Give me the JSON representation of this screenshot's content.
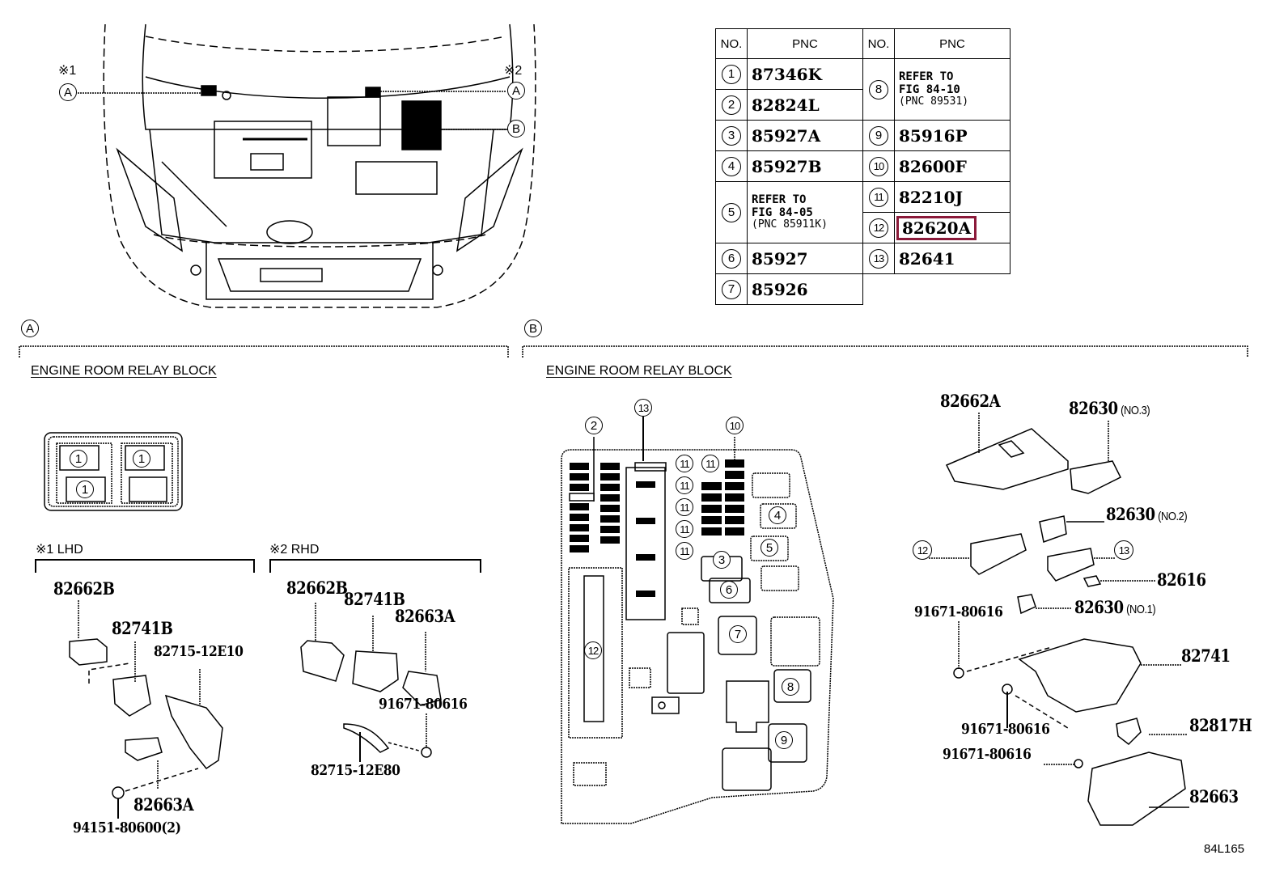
{
  "pnc_table": {
    "headers": {
      "no": "NO.",
      "pnc": "PNC"
    },
    "left_rows": [
      {
        "no": "1",
        "pnc": "87346K"
      },
      {
        "no": "2",
        "pnc": "82824L"
      },
      {
        "no": "3",
        "pnc": "85927A"
      },
      {
        "no": "4",
        "pnc": "85927B"
      },
      {
        "no": "5",
        "ref_line1": "REFER TO",
        "ref_line2": "FIG 84-05",
        "ref_line3": "(PNC 85911K)"
      },
      {
        "no": "6",
        "pnc": "85927"
      },
      {
        "no": "7",
        "pnc": "85926"
      }
    ],
    "right_rows": [
      {
        "no": "8",
        "ref_line1": "REFER TO",
        "ref_line2": "FIG 84-10",
        "ref_line3": "(PNC 89531)"
      },
      {
        "no": "9",
        "pnc": "85916P"
      },
      {
        "no": "10",
        "pnc": "82600F"
      },
      {
        "no": "11",
        "pnc": "82210J"
      },
      {
        "no": "12",
        "pnc": "82620A",
        "highlighted": true
      },
      {
        "no": "13",
        "pnc": "82641"
      }
    ],
    "highlight_color": "#8b1a3a"
  },
  "overview": {
    "callout_a_left": "A",
    "callout_a_right": "A",
    "callout_b": "B",
    "note_1": "※1",
    "note_2": "※2"
  },
  "section_a": {
    "marker": "A",
    "title": "ENGINE ROOM RELAY BLOCK",
    "relay_callouts": [
      "1",
      "1",
      "1"
    ],
    "lhd": {
      "label": "※1 LHD",
      "parts": [
        "82662B",
        "82741B",
        "82715-12E10",
        "82663A",
        "94151-80600(2)"
      ]
    },
    "rhd": {
      "label": "※2 RHD",
      "parts": [
        "82662B",
        "82741B",
        "82663A",
        "91671-80616",
        "82715-12E80"
      ]
    }
  },
  "section_b": {
    "marker": "B",
    "title": "ENGINE ROOM RELAY BLOCK",
    "block_callouts": [
      "2",
      "13",
      "10",
      "11",
      "11",
      "11",
      "11",
      "11",
      "11",
      "4",
      "5",
      "3",
      "6",
      "7",
      "12",
      "8",
      "9"
    ],
    "parts": {
      "p82662a": "82662A",
      "p82630_3": "82630",
      "p82630_3_sub": "(NO.3)",
      "p82630_2": "82630",
      "p82630_2_sub": "(NO.2)",
      "c12": "12",
      "c13": "13",
      "p82616": "82616",
      "p82630_1": "82630",
      "p82630_1_sub": "(NO.1)",
      "bolt1": "91671-80616",
      "p82741": "82741",
      "bolt2": "91671-80616",
      "p82817h": "82817H",
      "bolt3": "91671-80616",
      "p82663": "82663"
    }
  },
  "figure_code": "84L165"
}
